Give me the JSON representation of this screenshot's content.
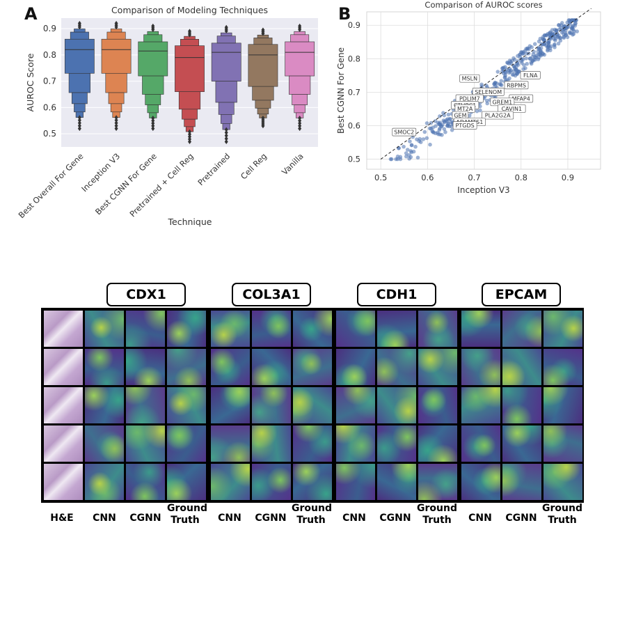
{
  "panel_a": {
    "letter": "A"
  },
  "panel_b": {
    "letter": "B"
  },
  "chart_data": [
    {
      "type": "letter-value boxen",
      "title": "Comparison of Modeling Techniques",
      "xlabel": "Technique",
      "ylabel": "AUROC Score",
      "ylim": [
        0.45,
        0.94
      ],
      "yticks": [
        0.5,
        0.6,
        0.7,
        0.8,
        0.9
      ],
      "grid": true,
      "categories": [
        "Best Overall For Gene",
        "Inception V3",
        "Best CGNN For Gene",
        "Pretrained + Cell Reg",
        "Pretrained",
        "Cell Reg",
        "Vanilla"
      ],
      "colors": [
        "#4c72b0",
        "#dd8452",
        "#55a868",
        "#c44e52",
        "#8172b3",
        "#937860",
        "#da8bc3"
      ],
      "series": [
        {
          "median": 0.82,
          "q1": 0.73,
          "q3": 0.86,
          "min": 0.52,
          "max": 0.92
        },
        {
          "median": 0.82,
          "q1": 0.73,
          "q3": 0.86,
          "min": 0.52,
          "max": 0.92
        },
        {
          "median": 0.815,
          "q1": 0.72,
          "q3": 0.85,
          "min": 0.52,
          "max": 0.91
        },
        {
          "median": 0.79,
          "q1": 0.66,
          "q3": 0.835,
          "min": 0.47,
          "max": 0.89
        },
        {
          "median": 0.81,
          "q1": 0.7,
          "q3": 0.845,
          "min": 0.47,
          "max": 0.905
        },
        {
          "median": 0.8,
          "q1": 0.68,
          "q3": 0.84,
          "min": 0.53,
          "max": 0.895
        },
        {
          "median": 0.81,
          "q1": 0.72,
          "q3": 0.85,
          "min": 0.52,
          "max": 0.91
        }
      ]
    },
    {
      "type": "scatter",
      "title": "Comparison of AUROC scores",
      "xlabel": "Inception V3",
      "ylabel": "Best CGNN For Gene",
      "xlim": [
        0.47,
        0.97
      ],
      "ylim": [
        0.47,
        0.94
      ],
      "xticks": [
        0.5,
        0.6,
        0.7,
        0.8,
        0.9
      ],
      "yticks": [
        0.5,
        0.6,
        0.7,
        0.8,
        0.9
      ],
      "grid": true,
      "reference_line": "y = x",
      "point_color": "#4c72b0",
      "annotations": [
        {
          "label": "FLNA",
          "x": 0.82,
          "y": 0.75
        },
        {
          "label": "MSLN",
          "x": 0.69,
          "y": 0.74
        },
        {
          "label": "RBPMS",
          "x": 0.79,
          "y": 0.72
        },
        {
          "label": "SELENOM",
          "x": 0.73,
          "y": 0.7
        },
        {
          "label": "MFAP4",
          "x": 0.8,
          "y": 0.68
        },
        {
          "label": "PDLIM7",
          "x": 0.69,
          "y": 0.68
        },
        {
          "label": "GREM1",
          "x": 0.76,
          "y": 0.67
        },
        {
          "label": "CTHRC1",
          "x": 0.68,
          "y": 0.66
        },
        {
          "label": "CAVIN1",
          "x": 0.78,
          "y": 0.65
        },
        {
          "label": "MT2A",
          "x": 0.68,
          "y": 0.65
        },
        {
          "label": "PLA2G2A",
          "x": 0.75,
          "y": 0.63
        },
        {
          "label": "GEM",
          "x": 0.67,
          "y": 0.63
        },
        {
          "label": "ADAMTS1",
          "x": 0.69,
          "y": 0.61
        },
        {
          "label": "PTGDS",
          "x": 0.68,
          "y": 0.6
        },
        {
          "label": "SMOC2",
          "x": 0.55,
          "y": 0.58
        }
      ]
    }
  ],
  "spatial": {
    "genes": [
      "CDX1",
      "COL3A1",
      "CDH1",
      "EPCAM"
    ],
    "he_label": "H&E",
    "col_labels": [
      "CNN",
      "CGNN",
      "Ground Truth"
    ]
  }
}
